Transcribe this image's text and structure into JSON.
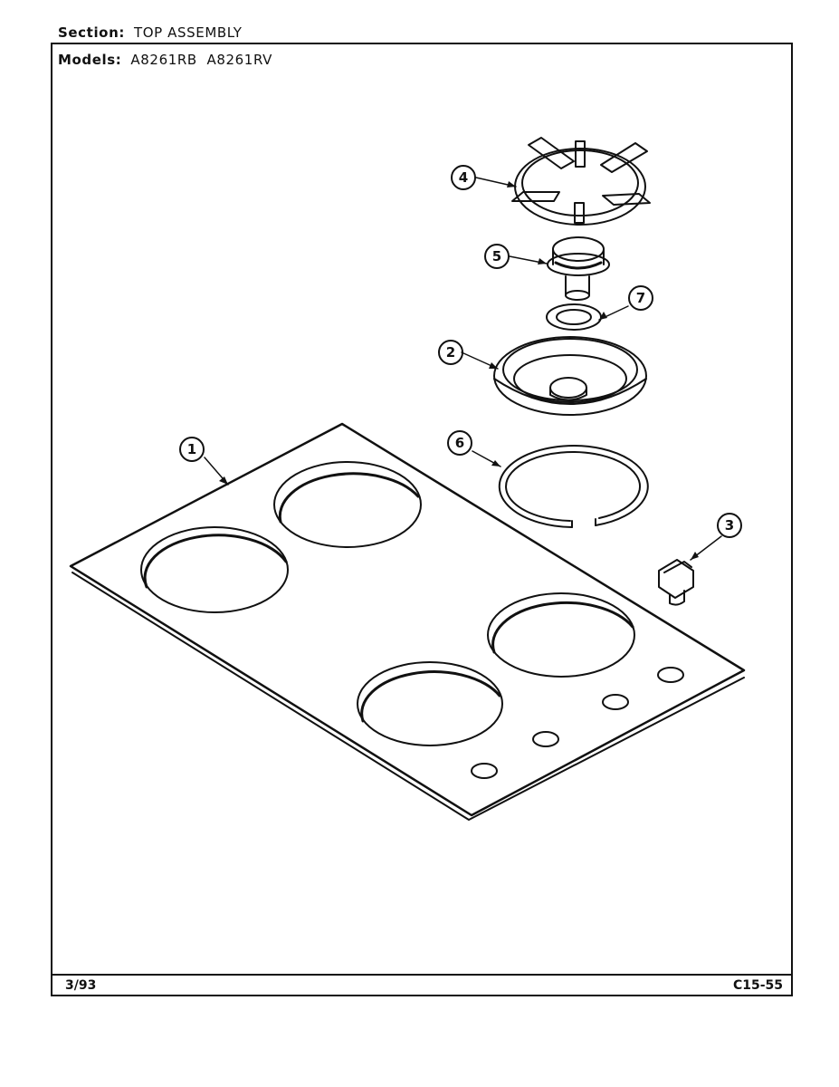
{
  "header": {
    "section_label": "Section:",
    "section_value": "TOP ASSEMBLY",
    "models_label": "Models:",
    "models_value": "A8261RB  A8261RV"
  },
  "footer": {
    "date": "3/93",
    "code": "C15-55"
  },
  "callouts": [
    "1",
    "2",
    "3",
    "4",
    "5",
    "6",
    "7"
  ],
  "parts": [
    "cooktop-panel",
    "burner-bowl",
    "control-knob",
    "burner-grate",
    "burner-head",
    "trim-ring",
    "seal-gasket"
  ]
}
